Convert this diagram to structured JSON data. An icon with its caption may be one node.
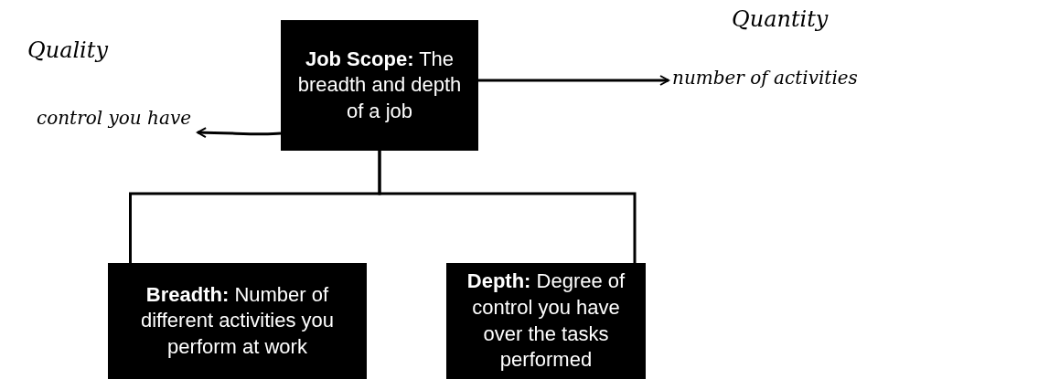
{
  "diagram": {
    "nodes": [
      {
        "text": [
          "**Job Scope:** The breadth and depth of a job"
        ]
      },
      {
        "text": [
          "**Breadth:** Number of different activities you perform at work"
        ]
      },
      {
        "text": [
          "**Depth:** Degree of control you have over the tasks performed"
        ]
      },
      {
        "text": [
          "number of activities"
        ]
      },
      {
        "text": [
          "control you have"
        ]
      }
    ],
    "edges": [
      {
        "from": 0,
        "to": 1,
        "arrow": "none"
      },
      {
        "from": 0,
        "to": 2,
        "arrow": "none"
      },
      {
        "from": 0,
        "to": 3,
        "arrow": "to"
      },
      {
        "from": 0,
        "to": 4,
        "arrow": "to"
      }
    ],
    "labels": [
      "Quality",
      "Quantity"
    ]
  }
}
